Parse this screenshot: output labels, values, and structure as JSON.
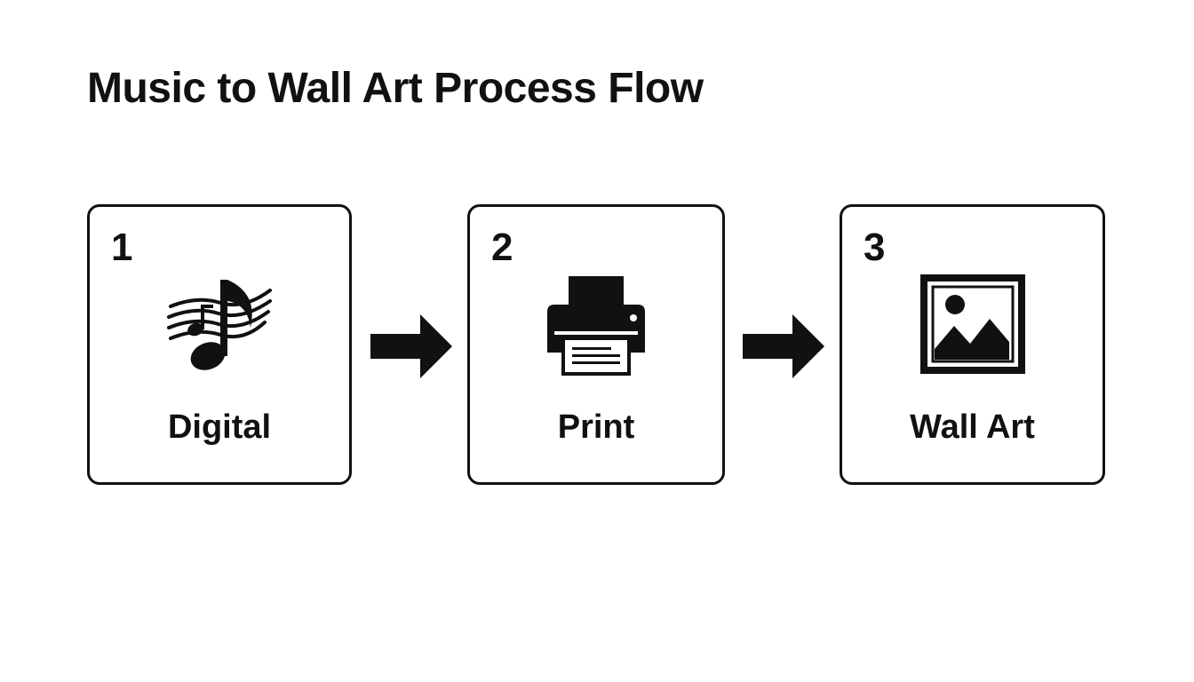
{
  "diagram": {
    "title": "Music to Wall Art Process Flow",
    "steps": [
      {
        "number": "1",
        "label": "Digital",
        "icon": "music-notes-icon"
      },
      {
        "number": "2",
        "label": "Print",
        "icon": "printer-icon"
      },
      {
        "number": "3",
        "label": "Wall Art",
        "icon": "framed-picture-icon"
      }
    ],
    "arrows": [
      {
        "from": "1",
        "to": "2",
        "icon": "right-arrow-icon"
      },
      {
        "from": "2",
        "to": "3",
        "icon": "right-arrow-icon"
      }
    ],
    "colors": {
      "ink": "#111111",
      "background": "#ffffff"
    }
  }
}
